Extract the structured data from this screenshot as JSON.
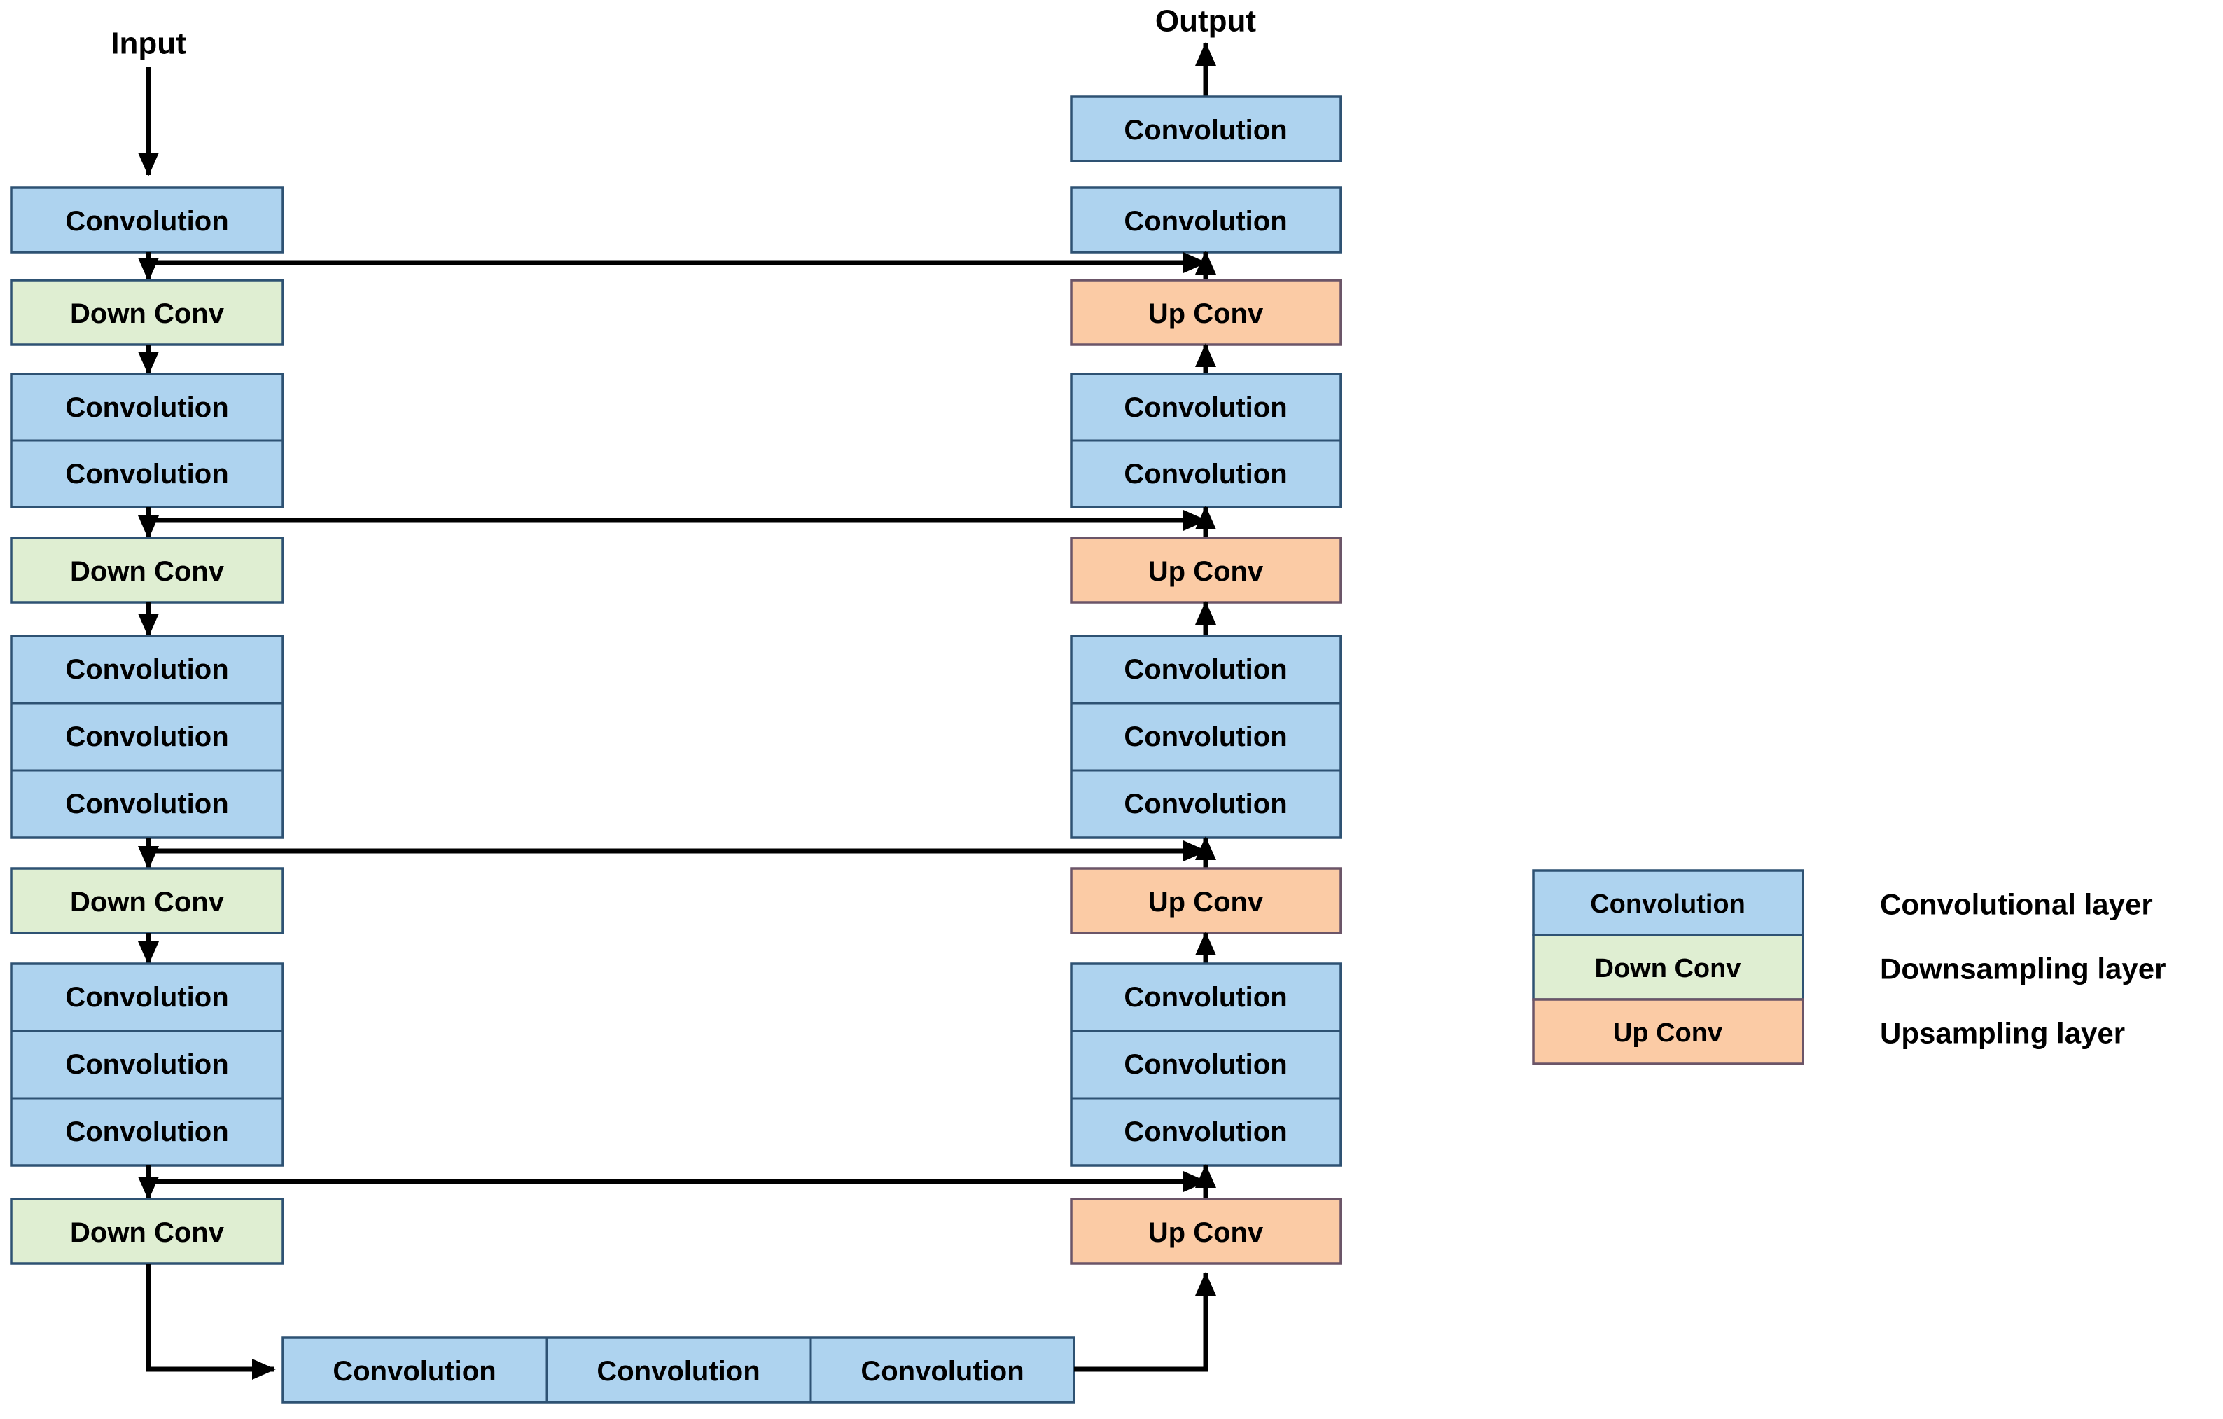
{
  "diagram": {
    "title_in_out": {
      "input_label": "Input",
      "output_label": "Output"
    },
    "labels": {
      "convolution": "Convolution",
      "down_conv": "Down Conv",
      "up_conv": "Up Conv"
    },
    "colors": {
      "convolution_fill": "#aed3ef",
      "down_conv_fill": "#dfeed2",
      "up_conv_fill": "#fbcba5",
      "box_stroke": "#2e5273",
      "up_box_stroke": "#6b5568",
      "edge": "#000000",
      "background": "#ffffff"
    },
    "encoder": {
      "name": "encoder-path",
      "stages": [
        {
          "id": "enc-stage-1",
          "blocks": [
            {
              "type": "convolution",
              "label": "Convolution"
            }
          ]
        },
        {
          "id": "enc-down-1",
          "blocks": [
            {
              "type": "down_conv",
              "label": "Down Conv"
            }
          ]
        },
        {
          "id": "enc-stage-2",
          "blocks": [
            {
              "type": "convolution",
              "label": "Convolution"
            },
            {
              "type": "convolution",
              "label": "Convolution"
            }
          ]
        },
        {
          "id": "enc-down-2",
          "blocks": [
            {
              "type": "down_conv",
              "label": "Down Conv"
            }
          ]
        },
        {
          "id": "enc-stage-3",
          "blocks": [
            {
              "type": "convolution",
              "label": "Convolution"
            },
            {
              "type": "convolution",
              "label": "Convolution"
            },
            {
              "type": "convolution",
              "label": "Convolution"
            }
          ]
        },
        {
          "id": "enc-down-3",
          "blocks": [
            {
              "type": "down_conv",
              "label": "Down Conv"
            }
          ]
        },
        {
          "id": "enc-stage-4",
          "blocks": [
            {
              "type": "convolution",
              "label": "Convolution"
            },
            {
              "type": "convolution",
              "label": "Convolution"
            },
            {
              "type": "convolution",
              "label": "Convolution"
            }
          ]
        },
        {
          "id": "enc-down-4",
          "blocks": [
            {
              "type": "down_conv",
              "label": "Down Conv"
            }
          ]
        }
      ]
    },
    "bottleneck": {
      "name": "bottleneck-row",
      "blocks": [
        {
          "type": "convolution",
          "label": "Convolution"
        },
        {
          "type": "convolution",
          "label": "Convolution"
        },
        {
          "type": "convolution",
          "label": "Convolution"
        }
      ]
    },
    "decoder": {
      "name": "decoder-path",
      "stages": [
        {
          "id": "dec-out-conv",
          "blocks": [
            {
              "type": "convolution",
              "label": "Convolution"
            }
          ]
        },
        {
          "id": "dec-stage-1",
          "blocks": [
            {
              "type": "convolution",
              "label": "Convolution"
            }
          ]
        },
        {
          "id": "dec-up-1",
          "blocks": [
            {
              "type": "up_conv",
              "label": "Up Conv"
            }
          ]
        },
        {
          "id": "dec-stage-2",
          "blocks": [
            {
              "type": "convolution",
              "label": "Convolution"
            },
            {
              "type": "convolution",
              "label": "Convolution"
            }
          ]
        },
        {
          "id": "dec-up-2",
          "blocks": [
            {
              "type": "up_conv",
              "label": "Up Conv"
            }
          ]
        },
        {
          "id": "dec-stage-3",
          "blocks": [
            {
              "type": "convolution",
              "label": "Convolution"
            },
            {
              "type": "convolution",
              "label": "Convolution"
            },
            {
              "type": "convolution",
              "label": "Convolution"
            }
          ]
        },
        {
          "id": "dec-up-3",
          "blocks": [
            {
              "type": "up_conv",
              "label": "Up Conv"
            }
          ]
        },
        {
          "id": "dec-stage-4",
          "blocks": [
            {
              "type": "convolution",
              "label": "Convolution"
            },
            {
              "type": "convolution",
              "label": "Convolution"
            },
            {
              "type": "convolution",
              "label": "Convolution"
            }
          ]
        },
        {
          "id": "dec-up-4",
          "blocks": [
            {
              "type": "up_conv",
              "label": "Up Conv"
            }
          ]
        }
      ]
    },
    "skip_connections": [
      {
        "from": "enc-stage-1",
        "to": "dec-up-1"
      },
      {
        "from": "enc-stage-2",
        "to": "dec-up-2"
      },
      {
        "from": "enc-stage-3",
        "to": "dec-up-3"
      },
      {
        "from": "enc-stage-4",
        "to": "dec-up-4"
      }
    ],
    "legend": {
      "name": "legend",
      "items": [
        {
          "box_label": "Convolution",
          "type": "convolution",
          "description": "Convolutional layer"
        },
        {
          "box_label": "Down Conv",
          "type": "down_conv",
          "description": "Downsampling layer"
        },
        {
          "box_label": "Up Conv",
          "type": "up_conv",
          "description": "Upsampling layer"
        }
      ]
    }
  }
}
